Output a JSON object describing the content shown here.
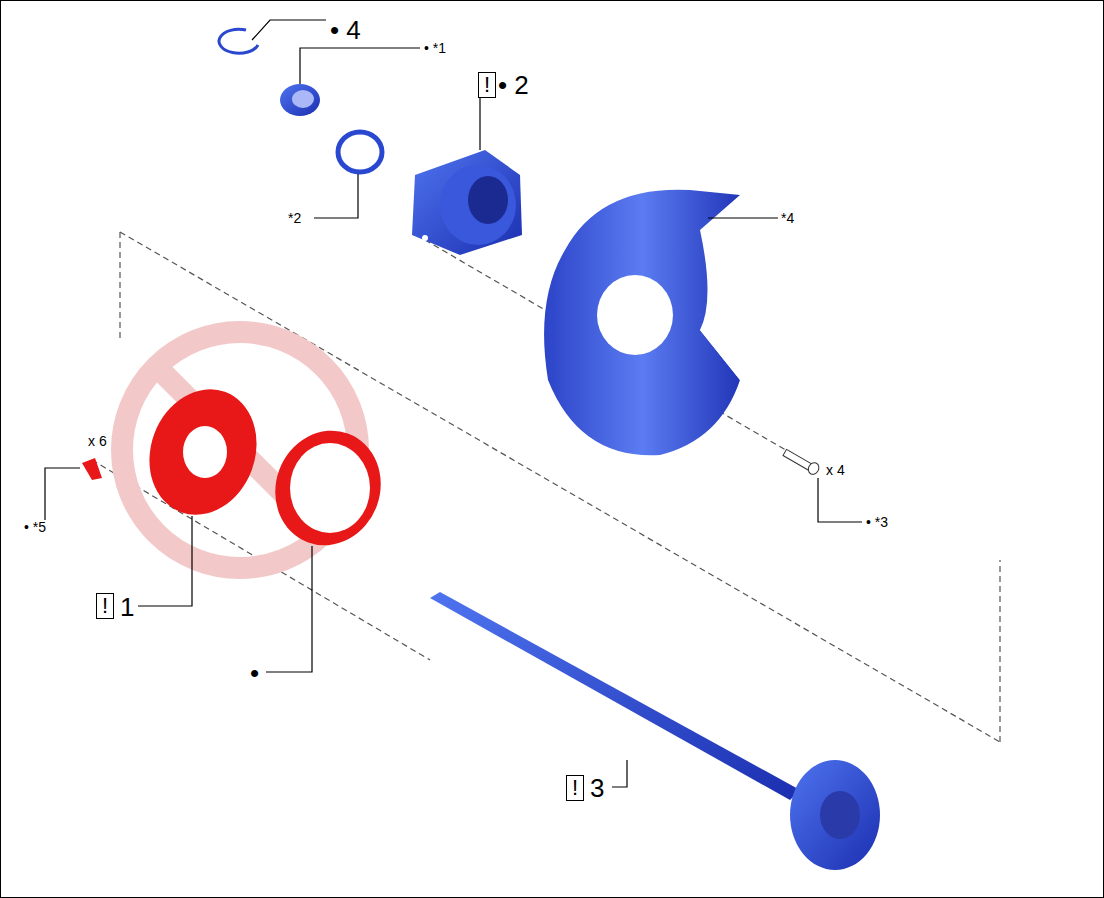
{
  "diagram": {
    "nodes": [
      {
        "text": [
          "!"
        ]
      },
      {
        "text": [
          "!"
        ]
      },
      {
        "text": [
          "!"
        ]
      }
    ],
    "labels": [
      "• 4",
      "• *1",
      "• 2",
      "*2",
      "*4",
      "x 4",
      "• *3",
      "x 6",
      "• *5",
      "1",
      "•",
      "3"
    ]
  }
}
